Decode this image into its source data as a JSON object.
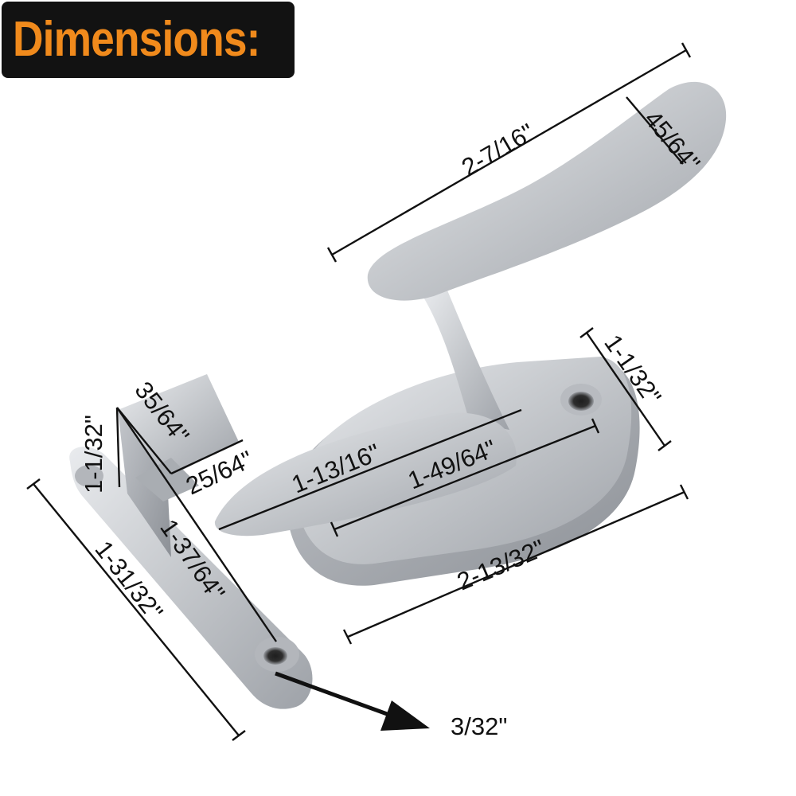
{
  "banner": {
    "title": "Dimensions:",
    "text_color": "#f08a1c",
    "background": "#121212"
  },
  "metal_color": "#c9ccd1",
  "dimensions": {
    "handle_length": "2-7/16\"",
    "handle_width": "45/64\"",
    "base_width": "1-1/32\"",
    "lever_length": "1-13/16\"",
    "hole_spacing": "1-49/64\"",
    "base_length": "2-13/32\"",
    "keeper_height": "1-1/32\"",
    "keeper_depth": "35/64\"",
    "keeper_width": "25/64\"",
    "keeper_hole_spacing": "1-37/64\"",
    "keeper_length": "1-31/32\"",
    "hole_diameter": "3/32\""
  }
}
